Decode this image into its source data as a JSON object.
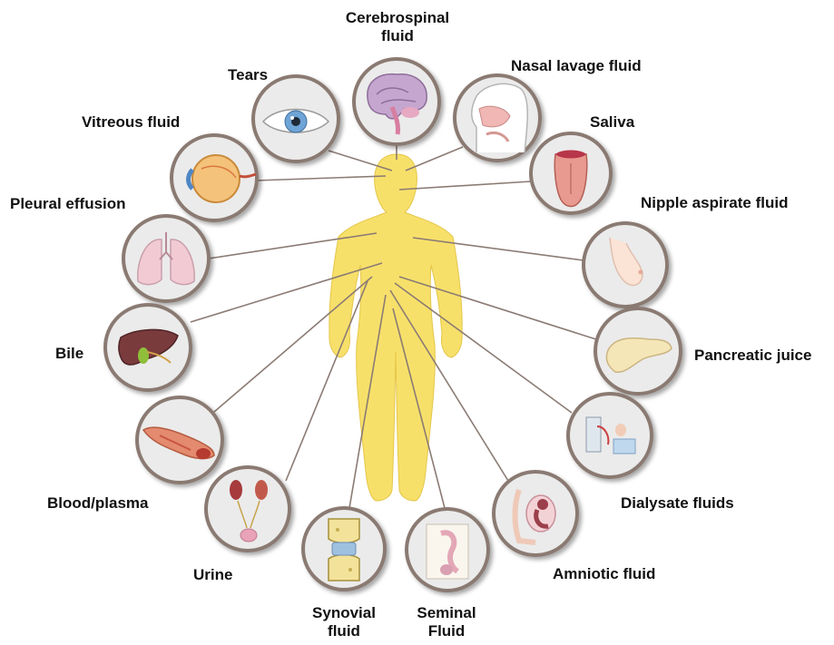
{
  "colors": {
    "body_fill": "#f7e06a",
    "circle_fill": "#ebebeb",
    "circle_border": "#8a7a72",
    "connector": "#8b7b74"
  },
  "labels": {
    "csf_1": "Cerebrospinal",
    "csf_2": "fluid",
    "nasal": "Nasal lavage fluid",
    "tears": "Tears",
    "saliva": "Saliva",
    "vitreous": "Vitreous fluid",
    "nipple": "Nipple aspirate fluid",
    "pleural": "Pleural effusion",
    "bile": "Bile",
    "pancreatic": "Pancreatic juice",
    "dialysate": "Dialysate fluids",
    "blood": "Blood/plasma",
    "urine": "Urine",
    "amniotic": "Amniotic fluid",
    "synovial_1": "Synovial",
    "synovial_2": "fluid",
    "seminal_1": "Seminal",
    "seminal_2": "Fluid"
  },
  "icons": [
    "brain-icon",
    "head-profile-icon",
    "eye-icon",
    "tongue-icon",
    "eyeball-icon",
    "breast-icon",
    "lungs-icon",
    "liver-icon",
    "pancreas-icon",
    "dialysis-icon",
    "blood-vessel-icon",
    "kidney-bladder-icon",
    "pregnancy-icon",
    "knee-joint-icon",
    "male-reproductive-icon"
  ]
}
